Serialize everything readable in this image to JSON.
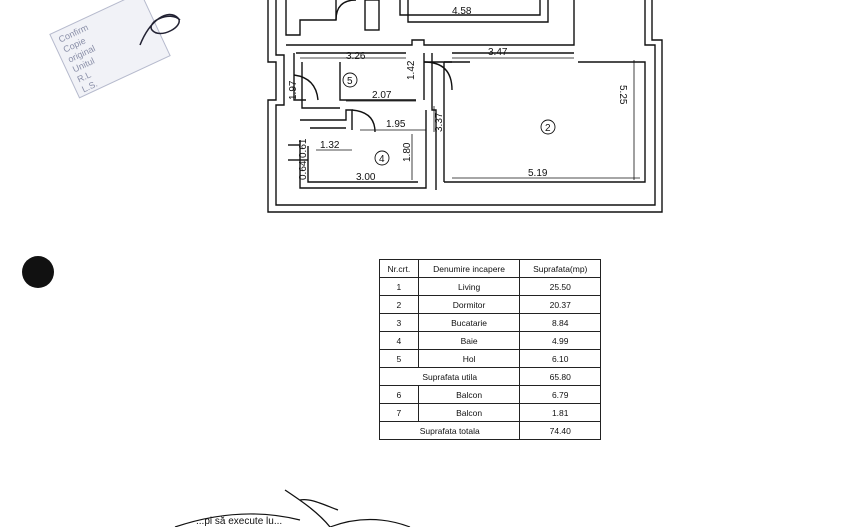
{
  "stamp_top_left": {
    "lines": [
      "Confirm",
      "Copie",
      "original",
      "Unitul",
      "R.L",
      "L.S."
    ]
  },
  "floor_plan": {
    "dimensions": {
      "d_4_58": "4.58",
      "d_3_26": "3.26",
      "d_3_47": "3.47",
      "d_5_25": "5.25",
      "d_1_97": "1.97",
      "d_1_42": "1.42",
      "d_2_07": "2.07",
      "d_1_95": "1.95",
      "d_3_37": "3.37",
      "d_1_32": "1.32",
      "d_1_80": "1.80",
      "d_0_64": "0.64",
      "d_0_61": "0.61",
      "d_3_00": "3.00",
      "d_5_19": "5.19"
    },
    "room_numbers": {
      "r2": "2",
      "r4": "4",
      "r5": "5"
    }
  },
  "room_table": {
    "headers": [
      "Nr.crt.",
      "Denumire incapere",
      "Suprafata(mp)"
    ],
    "rows": [
      {
        "nr": "1",
        "name": "Living",
        "area": "25.50"
      },
      {
        "nr": "2",
        "name": "Dormitor",
        "area": "20.37"
      },
      {
        "nr": "3",
        "name": "Bucatarie",
        "area": "8.84"
      },
      {
        "nr": "4",
        "name": "Baie",
        "area": "4.99"
      },
      {
        "nr": "5",
        "name": "Hol",
        "area": "6.10"
      }
    ],
    "subtotal_label": "Suprafata utila",
    "subtotal_value": "65.80",
    "balcony_rows": [
      {
        "nr": "6",
        "name": "Balcon",
        "area": "6.79"
      },
      {
        "nr": "7",
        "name": "Balcon",
        "area": "1.81"
      }
    ],
    "total_label": "Suprafata totala",
    "total_value": "74.40"
  },
  "stamp_bottom": {
    "text": "...pi să execute lu..."
  }
}
